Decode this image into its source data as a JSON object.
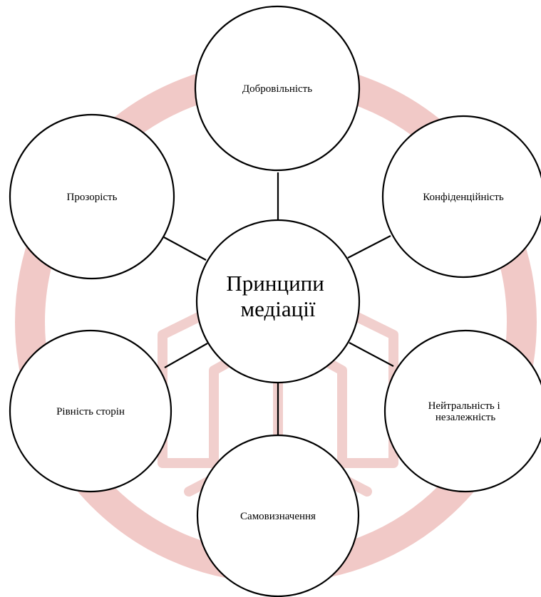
{
  "diagram": {
    "center": {
      "line1": "Принципи",
      "line2": "медіації"
    },
    "nodes": {
      "top": {
        "label": "Добровільність"
      },
      "upper_right": {
        "label": "Конфіденційність"
      },
      "lower_right": {
        "line1": "Нейтральність і",
        "line2": "незалежність"
      },
      "bottom": {
        "label": "Самовизначення"
      },
      "lower_left": {
        "label": "Рівність сторін"
      },
      "upper_left": {
        "label": "Прозорість"
      }
    }
  },
  "colors": {
    "stroke": "#000000",
    "background": "#ffffff",
    "watermark": "#f1c9c7"
  }
}
